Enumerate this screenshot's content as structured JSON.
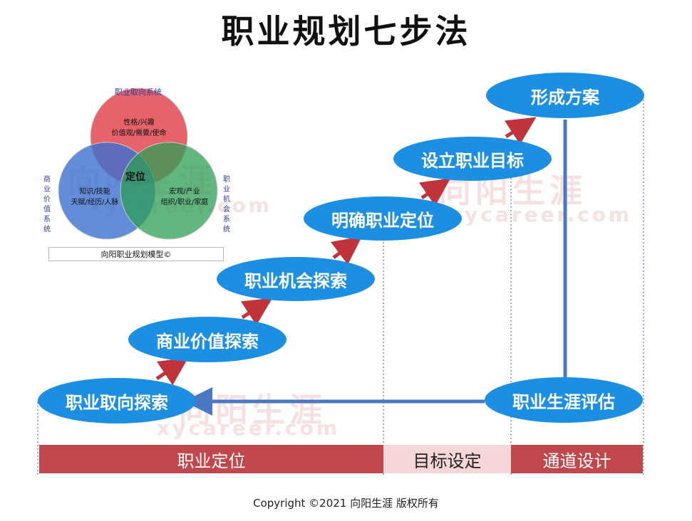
{
  "title": "职业规划七步法",
  "watermark": {
    "cn": "向阳生涯",
    "en": "xycareer.com"
  },
  "venn": {
    "top_label": "职业取向系统",
    "left_label": "商业价值系统",
    "right_label": "职业机会系统",
    "top_lines": [
      "性格/兴趣",
      "价值观/需要/使命"
    ],
    "left_lines": [
      "知识/技能",
      "天赋/经历/人脉"
    ],
    "right_lines": [
      "宏观/产业",
      "组织/职业/家庭"
    ],
    "center": "定位",
    "model_name": "向阳职业规划模型©",
    "colors": {
      "top": "#e0484f",
      "left": "#3c6fcf",
      "right": "#2e9e55"
    }
  },
  "steps": [
    {
      "label": "职业取向探索"
    },
    {
      "label": "商业价值探索"
    },
    {
      "label": "职业机会探索"
    },
    {
      "label": "明确职业定位"
    },
    {
      "label": "设立职业目标"
    },
    {
      "label": "形成方案"
    },
    {
      "label": "职业生涯评估"
    }
  ],
  "phases": [
    {
      "label": "职业定位",
      "color": "#c0474c",
      "text_color": "#ffffff"
    },
    {
      "label": "目标设定",
      "color": "#f6d7d7",
      "text_color": "#222222"
    },
    {
      "label": "通道设计",
      "color": "#c0474c",
      "text_color": "#ffffff"
    }
  ],
  "colors": {
    "ellipse": "#1d8fe3",
    "arrow": "#c0333a",
    "feedback": "#4a78c2"
  },
  "copyright": "Copyright ©2021 向阳生涯 版权所有"
}
